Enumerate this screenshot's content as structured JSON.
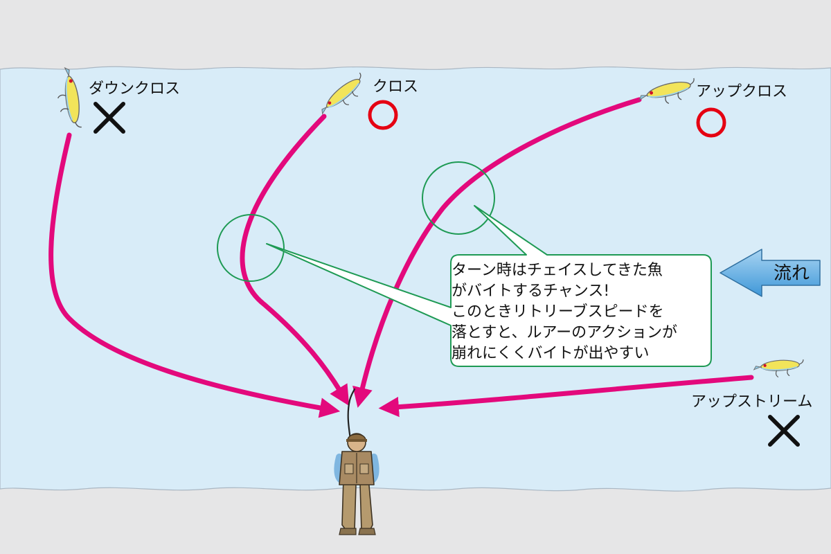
{
  "colors": {
    "water": "#d8ecf8",
    "bank": "#e6e6e7",
    "path": "#e3097c",
    "good_mark": "#e50012",
    "bad_mark": "#111111",
    "highlight": "#1e9a54",
    "arrow_fill": "#4fa6e2",
    "lure_body": "#f2e45a"
  },
  "casts": [
    {
      "label": "ダウンクロス",
      "verdict": "✕"
    },
    {
      "label": "クロス",
      "verdict": "○"
    },
    {
      "label": "アップクロス",
      "verdict": "○"
    },
    {
      "label": "アップストリーム",
      "verdict": "✕"
    }
  ],
  "callout": {
    "lines": [
      "ターン時はチェイスしてきた魚",
      "がバイトするチャンス!",
      "このときリトリーブスピードを",
      "落とすと、ルアーのアクションが",
      "崩れにくくバイトが出やすい"
    ]
  },
  "current": {
    "label": "流れ"
  },
  "icons": [
    "minnow-lure-icon",
    "angler-icon",
    "current-arrow-icon"
  ]
}
